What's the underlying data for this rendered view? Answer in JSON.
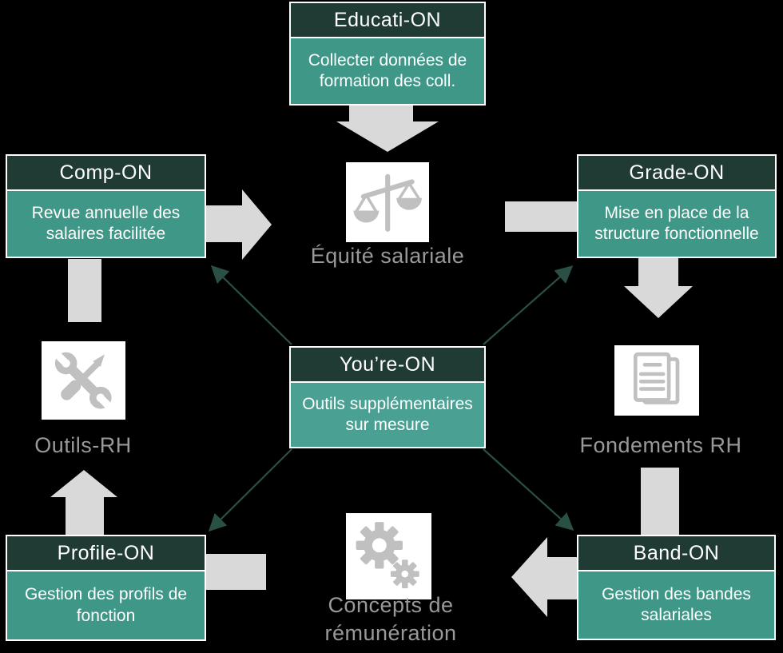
{
  "colors": {
    "bg": "#000000",
    "header_bg": "#1f3b34",
    "body_bg": "#3f9787",
    "center_body_bg": "#4aa093",
    "arrow_gray": "#d9d9d9",
    "icon_gray": "#c0c0c0",
    "label_gray": "#999999",
    "thin_arrow": "#2a4f45",
    "text_white": "#ffffff"
  },
  "boxes": {
    "education": {
      "title": "Educati-ON",
      "description": "Collecter données de formation des coll."
    },
    "comp": {
      "title": "Comp-ON",
      "description": "Revue annuelle des salaires facilitée"
    },
    "grade": {
      "title": "Grade-ON",
      "description": "Mise en place de la structure fonctionnelle"
    },
    "youre": {
      "title": "You’re-ON",
      "description": "Outils supplémentaires sur mesure"
    },
    "profile": {
      "title": "Profile-ON",
      "description": "Gestion des profils de fonction"
    },
    "band": {
      "title": "Band-ON",
      "description": "Gestion des bandes salariales"
    }
  },
  "labels": {
    "equity": "Équité salariale",
    "tools": "Outils-RH",
    "foundations": "Fondements RH",
    "concepts": "Concepts de rémunération"
  },
  "icons": {
    "equity": "balance-scale-icon",
    "tools": "wrench-screwdriver-icon",
    "foundations": "documents-icon",
    "concepts": "gears-icon"
  }
}
